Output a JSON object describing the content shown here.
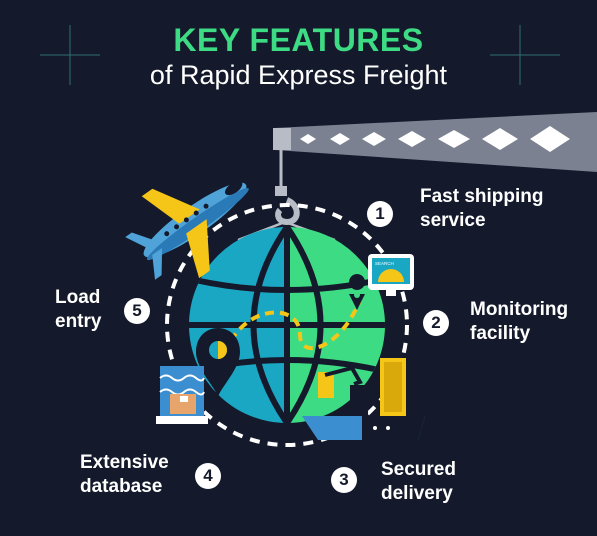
{
  "title": {
    "line1": "KEY FEATURES",
    "line2": "of Rapid Express Freight"
  },
  "colors": {
    "background": "#141a2b",
    "accent_green": "#3ddc84",
    "globe_blue": "#1aa7c4",
    "globe_green": "#3ddc84",
    "plane_blue": "#4fa3d9",
    "plane_yellow": "#f5c518",
    "ship_blue": "#3b8fd1"
  },
  "features": [
    {
      "number": "1",
      "line1": "Fast shipping",
      "line2": "service"
    },
    {
      "number": "2",
      "line1": "Monitoring",
      "line2": "facility"
    },
    {
      "number": "3",
      "line1": "Secured",
      "line2": "delivery"
    },
    {
      "number": "4",
      "line1": "Extensive",
      "line2": "database"
    },
    {
      "number": "5",
      "line1": "Load",
      "line2": "entry"
    }
  ],
  "monitor_screen_text": "SEARCH",
  "icons": [
    "airplane-icon",
    "globe-icon",
    "crane-hook-icon",
    "location-pin-icon",
    "monitor-icon",
    "cargo-ship-icon",
    "database-box-icon"
  ]
}
